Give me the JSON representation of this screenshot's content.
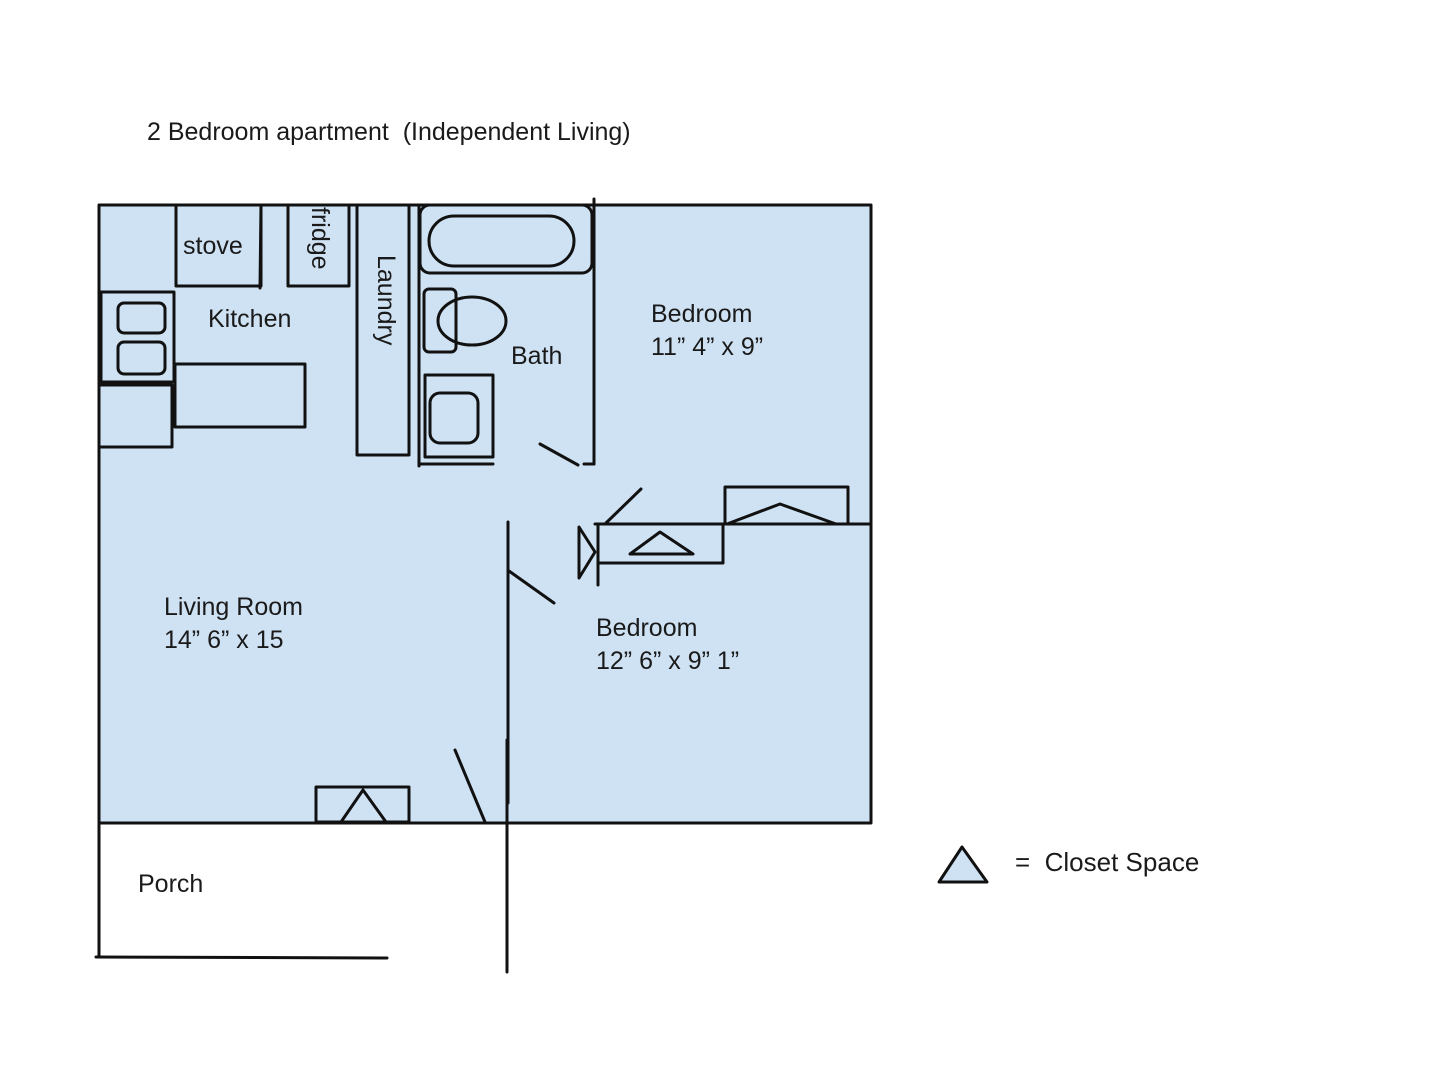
{
  "title": "2 Bedroom apartment  (Independent Living)",
  "colors": {
    "floor_fill": "#cfe2f3",
    "line": "#111111",
    "background": "#ffffff"
  },
  "rooms": {
    "kitchen": {
      "label": "Kitchen"
    },
    "stove": {
      "label": "stove"
    },
    "fridge": {
      "label": "fridge"
    },
    "laundry": {
      "label": "Laundry"
    },
    "bath": {
      "label": "Bath"
    },
    "bedroom_1": {
      "label": "Bedroom",
      "dimensions": "11” 4” x 9”"
    },
    "living_room": {
      "label": "Living Room",
      "dimensions": "14” 6” x 15"
    },
    "bedroom_2": {
      "label": "Bedroom",
      "dimensions": "12” 6” x 9” 1”"
    },
    "porch": {
      "label": "Porch"
    }
  },
  "legend": {
    "symbol": "triangle",
    "text": "=  Closet Space"
  }
}
